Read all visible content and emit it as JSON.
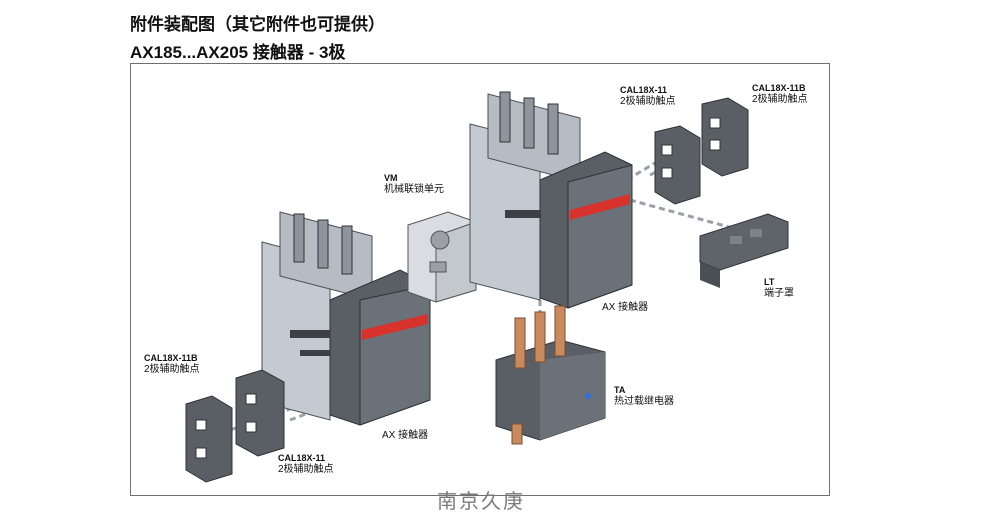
{
  "header": {
    "title": "附件装配图（其它附件也可提供）",
    "subtitle": "AX185...AX205 接触器 - 3极"
  },
  "labels": {
    "vm": {
      "code": "VM",
      "name": "机械联锁单元"
    },
    "cal_top_1": {
      "code": "CAL18X-11",
      "name": "2极辅助触点"
    },
    "cal_top_2": {
      "code": "CAL18X-11B",
      "name": "2极辅助触点"
    },
    "lt": {
      "code": "LT",
      "name": "端子罩"
    },
    "ax_right": {
      "name": "AX 接触器"
    },
    "ta": {
      "code": "TA",
      "name": "热过载继电器"
    },
    "cal_left_b": {
      "code": "CAL18X-11B",
      "name": "2极辅助触点"
    },
    "cal_bottom": {
      "code": "CAL18X-11",
      "name": "2极辅助触点"
    },
    "ax_left": {
      "name": "AX 接触器"
    }
  },
  "watermark": "南京久庚",
  "colors": {
    "body_dark": "#5a5f66",
    "body_light": "#c3cad1",
    "accent_red": "#d8322c",
    "copper": "#c98a5e",
    "frame": "#6f6f6f"
  }
}
